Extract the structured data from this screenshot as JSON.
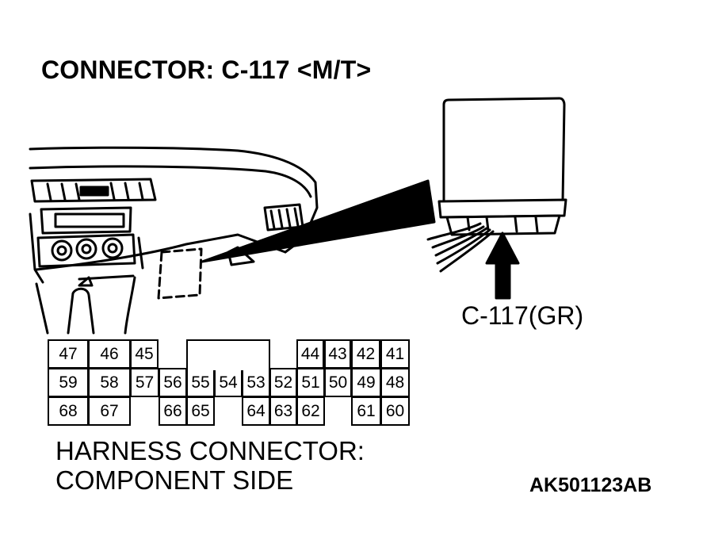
{
  "title": "CONNECTOR: C-117 <M/T>",
  "callout_label": "C-117(GR)",
  "caption": {
    "line1": "HARNESS CONNECTOR:",
    "line2": "COMPONENT SIDE"
  },
  "figure_code": "AK501123AB",
  "connector": {
    "rows": [
      [
        "47",
        "46",
        "45",
        "",
        "",
        "",
        "",
        "",
        "",
        "44",
        "43",
        "42",
        "41"
      ],
      [
        "59",
        "58",
        "57",
        "56",
        "55",
        "54",
        "53",
        "52",
        "51",
        "50",
        "49",
        "48"
      ],
      [
        "68",
        "67",
        "",
        "66",
        "65",
        "",
        "64",
        "63",
        "62",
        "",
        "61",
        "60"
      ]
    ]
  }
}
